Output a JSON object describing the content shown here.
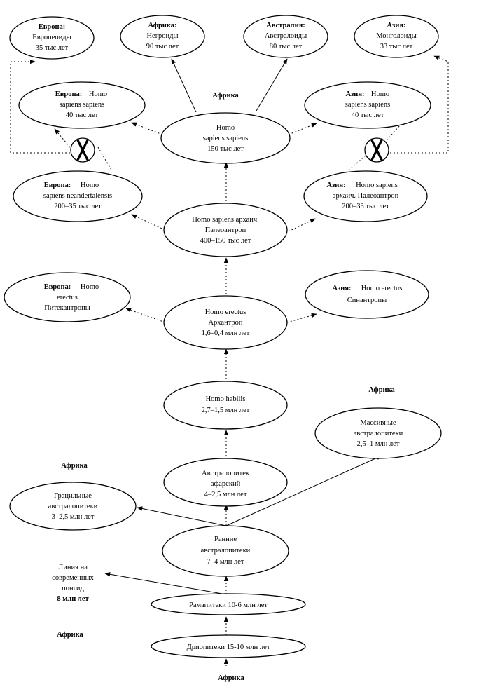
{
  "nodes": {
    "europe_europeoids": {
      "region": "Европа:",
      "lines": [
        "Европеоиды",
        "35 тыс лет"
      ]
    },
    "africa_negroids": {
      "region": "Африка:",
      "lines": [
        "Негроиды",
        "90 тыс лет"
      ]
    },
    "australia_australoids": {
      "region": "Австралия:",
      "lines": [
        "Австралоиды",
        "80 тыс лет"
      ]
    },
    "asia_mongoloids": {
      "region": "Азия:",
      "lines": [
        "Монголоиды",
        "33 тыс лет"
      ]
    },
    "europe_hss": {
      "region": "Европа:",
      "lines": [
        "Homo",
        "sapiens sapiens",
        "40 тыс лет"
      ]
    },
    "asia_hss": {
      "region": "Азия:",
      "lines": [
        "Homo",
        "sapiens sapiens",
        "40 тыс лет"
      ]
    },
    "hss": {
      "region": "",
      "lines": [
        "Homo",
        "sapiens sapiens",
        "150 тыс лет"
      ]
    },
    "europe_neanderthal": {
      "region": "Европа:",
      "lines": [
        "Homo",
        "sapiens neandertalensis",
        "200–35 тыс лет"
      ]
    },
    "asia_paleoanthrop": {
      "region": "Азия:",
      "lines": [
        "Homo sapiens",
        "архаич. Палеоантроп",
        "200–33 тыс лет"
      ]
    },
    "hs_archaic": {
      "region": "",
      "lines": [
        "Homo sapiens архаич.",
        "Палеоантроп",
        "400–150 тыс лет"
      ]
    },
    "europe_erectus": {
      "region": "Европа:",
      "lines": [
        "Homo",
        "erectus",
        "Питекантропы"
      ]
    },
    "asia_erectus": {
      "region": "Азия:",
      "lines": [
        "Homo erectus",
        "Синантропы"
      ]
    },
    "h_erectus": {
      "region": "",
      "lines": [
        "Homo erectus",
        "Архантроп",
        "1,6–0,4 млн лет"
      ]
    },
    "h_habilis": {
      "region": "",
      "lines": [
        "Homo habilis",
        "2,7–1,5 млн лет"
      ]
    },
    "massive_australopith": {
      "region": "",
      "lines": [
        "Массивные",
        "австралопитеки",
        "2,5–1 млн лет"
      ]
    },
    "afarensis": {
      "region": "",
      "lines": [
        "Австралопитек",
        "афарский",
        "4–2,5 млн лет"
      ]
    },
    "gracile_australopith": {
      "region": "",
      "lines": [
        "Грацильные",
        "австралопитеки",
        "3–2,5 млн лет"
      ]
    },
    "early_australopith": {
      "region": "",
      "lines": [
        "Ранние",
        "австралопитеки",
        "7–4 млн лет"
      ]
    },
    "ramapithecus": {
      "region": "",
      "lines": [
        "Рамапитеки 10-6 млн лет"
      ]
    },
    "dryopithecus": {
      "region": "",
      "lines": [
        "Дриопитеки 15-10 млн лет"
      ]
    }
  },
  "modern_apes_line": [
    "Линия на",
    "современных",
    "понгид",
    "8 млн лет"
  ],
  "region_labels": {
    "africa_top": "Африка",
    "africa_middle": "Африка",
    "africa_left": "Африка",
    "africa_lower": "Африка",
    "africa_bottom": "Африка"
  }
}
